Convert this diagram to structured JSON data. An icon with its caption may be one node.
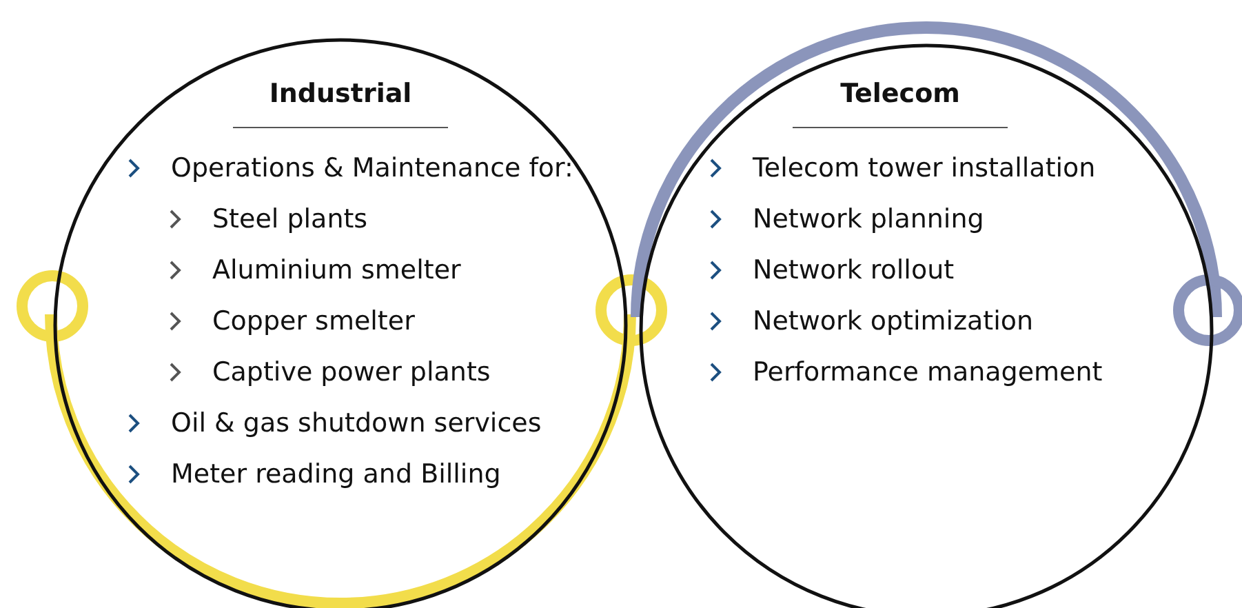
{
  "diagram": {
    "nodes": [
      {
        "text": [
          "Industrial",
          "Operations & Maintenance for:",
          "Steel plants",
          "Aluminium smelter",
          "Copper smelter",
          "Captive power plants",
          "Oil & gas shutdown services",
          "Meter reading and Billing"
        ]
      },
      {
        "text": [
          "Telecom",
          "Telecom tower installation",
          "Network planning",
          "Network rollout",
          "Network optimization",
          "Performance management"
        ]
      }
    ]
  }
}
